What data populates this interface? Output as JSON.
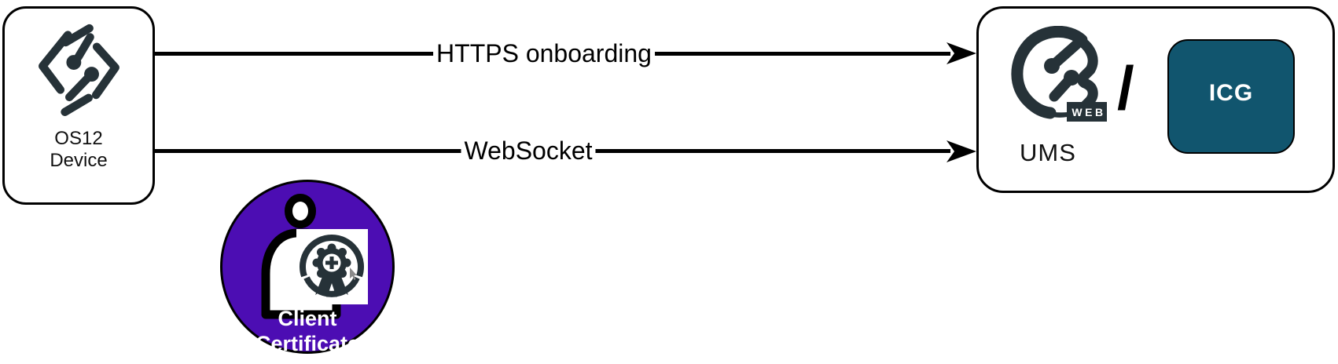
{
  "diagram": {
    "nodes": {
      "device": {
        "line1": "OS12",
        "line2": "Device",
        "icon": "igel-os12-logo-icon"
      },
      "ums": {
        "label": "UMS",
        "logo_icon": "igel-ums-web-logo-icon",
        "logo_badge": "WEB",
        "separator": "/",
        "icg": {
          "label": "ICG",
          "color": "#11556E"
        }
      },
      "client_certificate": {
        "line1": "Client",
        "line2": "Certificate",
        "icon": "person-certificate-icon",
        "color": "#4C0DB3"
      }
    },
    "arrows": [
      {
        "label": "HTTPS onboarding",
        "from": "device",
        "to": "ums"
      },
      {
        "label": "WebSocket",
        "from": "device",
        "to": "ums"
      }
    ],
    "colors": {
      "logo_dark": "#263238",
      "icg_teal": "#11556E",
      "certificate_purple": "#4C0DB3",
      "arrow_black": "#000000",
      "background": "#ffffff"
    }
  }
}
